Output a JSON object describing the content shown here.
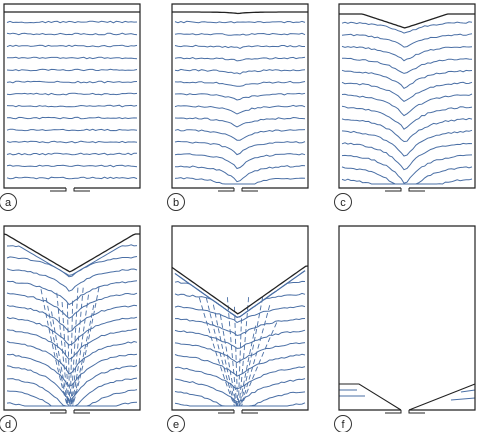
{
  "panels": [
    {
      "id": "a",
      "label": "a",
      "stage": 0
    },
    {
      "id": "b",
      "label": "b",
      "stage": 1
    },
    {
      "id": "c",
      "label": "c",
      "stage": 2
    },
    {
      "id": "d",
      "label": "d",
      "stage": 3
    },
    {
      "id": "e",
      "label": "e",
      "stage": 4
    },
    {
      "id": "f",
      "label": "f",
      "stage": 5
    }
  ],
  "colors": {
    "frame": "#222222",
    "layer": "#4a6fa5",
    "label_fill": "#ffffff",
    "label_stroke": "#333333",
    "label_text": "#222222"
  },
  "layers_per_panel": 14
}
